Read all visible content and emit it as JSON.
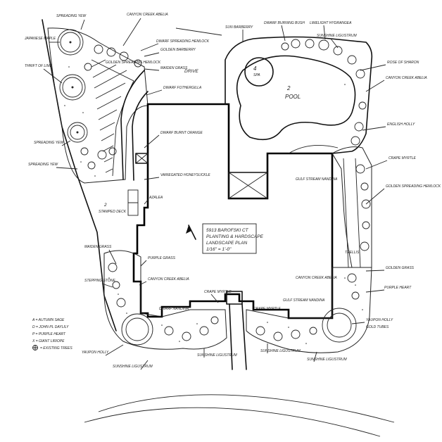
{
  "title_box": {
    "line1": "5913 BAROFSKI CT",
    "line2": "PLANTING & HARDSCAPE",
    "line3": "LANDSCAPE PLAN",
    "line4": "1/16\" = 1'-0\""
  },
  "areas": {
    "pool": "POOL",
    "pool_num": "2",
    "spa": "SPA",
    "spa_num": "4",
    "deck": "STAMPED DECK",
    "deck_num": "2",
    "drive": "DRIVE"
  },
  "labels": {
    "spreading_yew_top": "SPREADING YEW",
    "canyon_creek_top": "CANYON CREEK ABELIA",
    "japanese_maple": "JAPANESE MAPLE",
    "dwarf_spreading": "DWARF SPREADING HEMLOCK",
    "thrift_top": "THRIFT OF LIME",
    "golden_barberry": "GOLDEN BARBERRY",
    "golden_spreading": "GOLDEN SPREADING HEMLOCK",
    "maiden_grass_top": "MAIDEN GRASS",
    "dwarf_fothergilla": "DWARF FOTHERGILLA",
    "burnt_orange_top": "DWARF BURNT ORANGE",
    "azalea_1": "AZALEA",
    "spreading_yew_mid": "SPREADING YEW",
    "spreading_yew_low": "SPREADING YEW",
    "variegated": "VARIEGATED HONEYSUCKLE",
    "sun_barberry": "SUN BARBERRY",
    "sunshine_ligustrum_top": "SUNSHINE LIGUSTRUM",
    "dwarf_burning_bush": "DWARF BURNING BUSH",
    "limelight": "LIMELIGHT HYDRANGEA",
    "rose_sharon": "ROSE OF SHARON",
    "canyon_creek_right": "CANYON CREEK ABELIA",
    "english_holly": "ENGLISH HOLLY",
    "crape_myrtle": "CRAPE MYRTLE",
    "gulf_stream": "GULF STREAM NANDINA",
    "golden_spreading_right": "GOLDEN SPREADING HEMLOCK",
    "maiden_grass_left": "MAIDEN GRASS",
    "purple_grass": "PURPLE GRASS",
    "stepping_stone": "STEPPING STONE",
    "canyon_creek_left": "CANYON CREEK ABELIA",
    "purple_heart": "PURPLE HEART",
    "crape_myrtle_mid": "CRAPE MYRTLE",
    "dwarf_nandina": "DWARF NANDINA",
    "canyon_creek_mid": "CANYON CREEK ABELIA",
    "gulf_stream_low": "GULF STREAM NANDINA",
    "crape_myrtle_low": "CRAPE MYRTLE",
    "golden_grass": "GOLDEN GRASS",
    "sunshine_ligustrum_low": "SUNSHINE LIGUSTRUM",
    "sunshine_ligustrum_low2": "SUNSHINE LIGUSTRUM",
    "sunshine_ligustrum_bottom": "SUNSHINE LIGUSTRUM",
    "sunshine_ligustrum_right": "SUNSHINE LIGUSTRUM",
    "hawthorn": "YAUPON HOLLY",
    "hawthorn_right": "YAUPON HOLLY",
    "gold_tubes": "GOLD TUBES",
    "trellis": "TRELLIS"
  },
  "legend": {
    "line1": "A = AUTUMN SAGE",
    "line2": "D = JOHN PL DAYLILY",
    "line3": "P = PURPLE HEART",
    "line4": "X = GIANT LIRIOPE",
    "line5": "= EXISTING TREES"
  }
}
